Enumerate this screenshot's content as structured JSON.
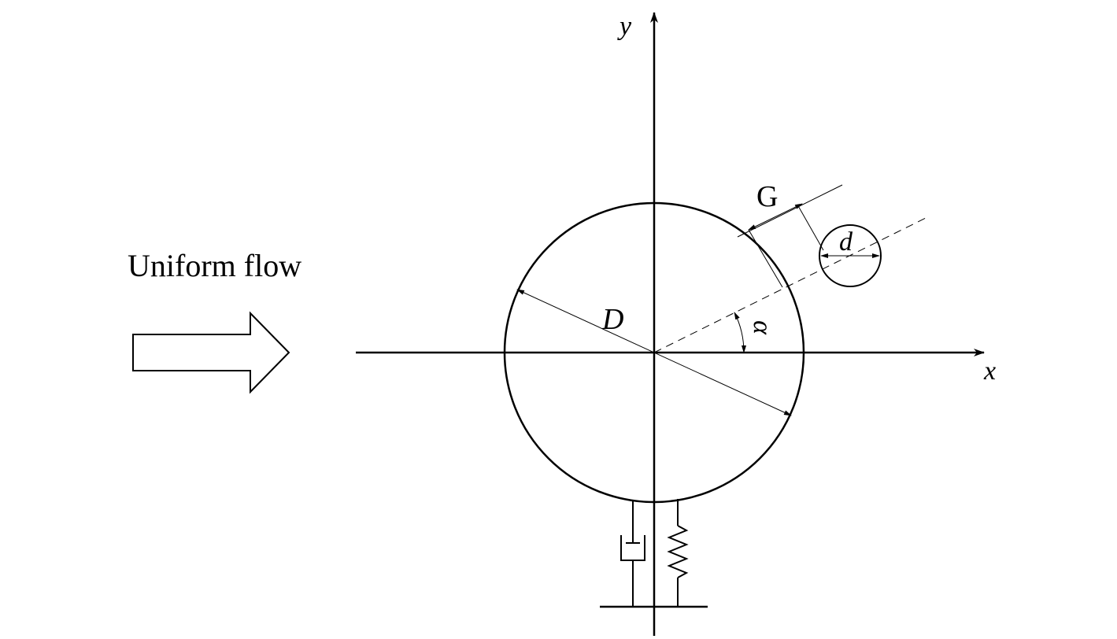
{
  "labels": {
    "flow": "Uniform flow",
    "x_axis": "x",
    "y_axis": "y",
    "main_diameter": "D",
    "small_diameter": "d",
    "gap": "G",
    "angle": "α"
  },
  "colors": {
    "stroke": "#000000",
    "background": "#ffffff"
  }
}
